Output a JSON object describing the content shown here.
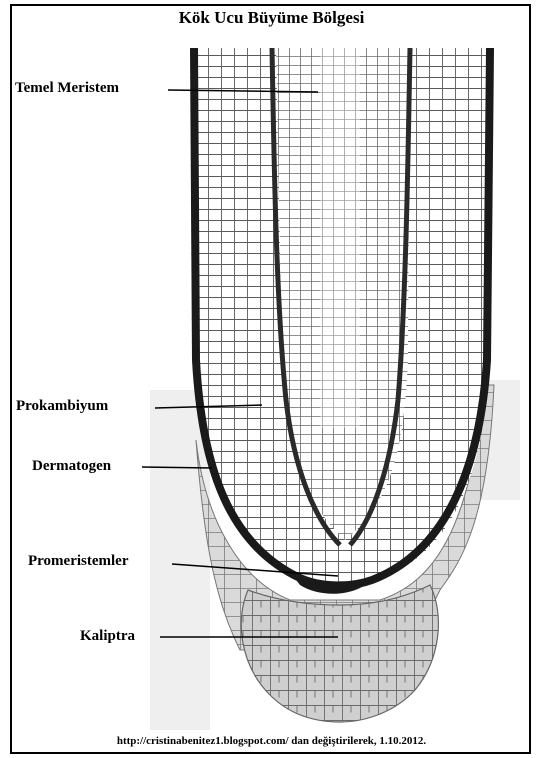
{
  "title": "Kök Ucu Büyüme Bölgesi",
  "labels": {
    "temel_meristem": "Temel Meristem",
    "prokambiyum": "Prokambiyum",
    "dermatogen": "Dermatogen",
    "promeristemler": "Promeristemler",
    "kaliptra": "Kaliptra"
  },
  "source": "http://cristinabenitez1.blogspot.com/ dan değiştirilerek, 1.10.2012.",
  "colors": {
    "outline": "#1a1a1a",
    "cell_wall": "#555555",
    "cap_fill": "#d2d2d2",
    "background": "#ffffff"
  }
}
